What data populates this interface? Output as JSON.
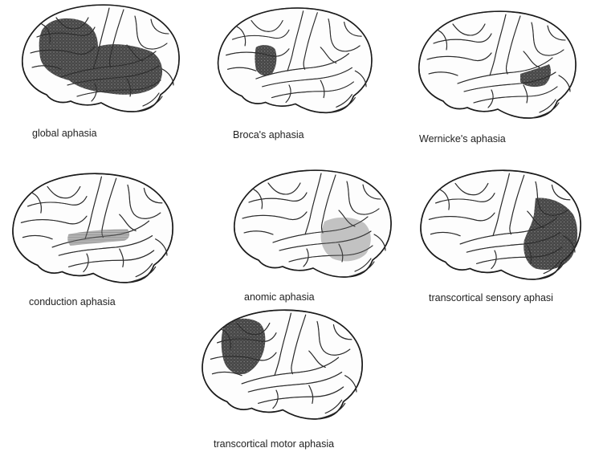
{
  "panels": [
    {
      "id": "global",
      "label": "global aphasia",
      "lesions": [
        "global"
      ]
    },
    {
      "id": "broca",
      "label": "Broca's aphasia",
      "lesions": [
        "broca"
      ]
    },
    {
      "id": "wernicke",
      "label": "Wernicke's aphasia",
      "lesions": [
        "wernicke"
      ]
    },
    {
      "id": "conduction",
      "label": "conduction aphasia",
      "lesions": [
        "conduction"
      ]
    },
    {
      "id": "anomic",
      "label": "anomic aphasia",
      "lesions": [
        "anomic"
      ]
    },
    {
      "id": "transcortical-sensory",
      "label": "transcortical sensory aphasi",
      "lesions": [
        "tcs"
      ]
    },
    {
      "id": "transcortical-motor",
      "label": "transcortical motor aphasia",
      "lesions": [
        "tcm"
      ]
    }
  ]
}
